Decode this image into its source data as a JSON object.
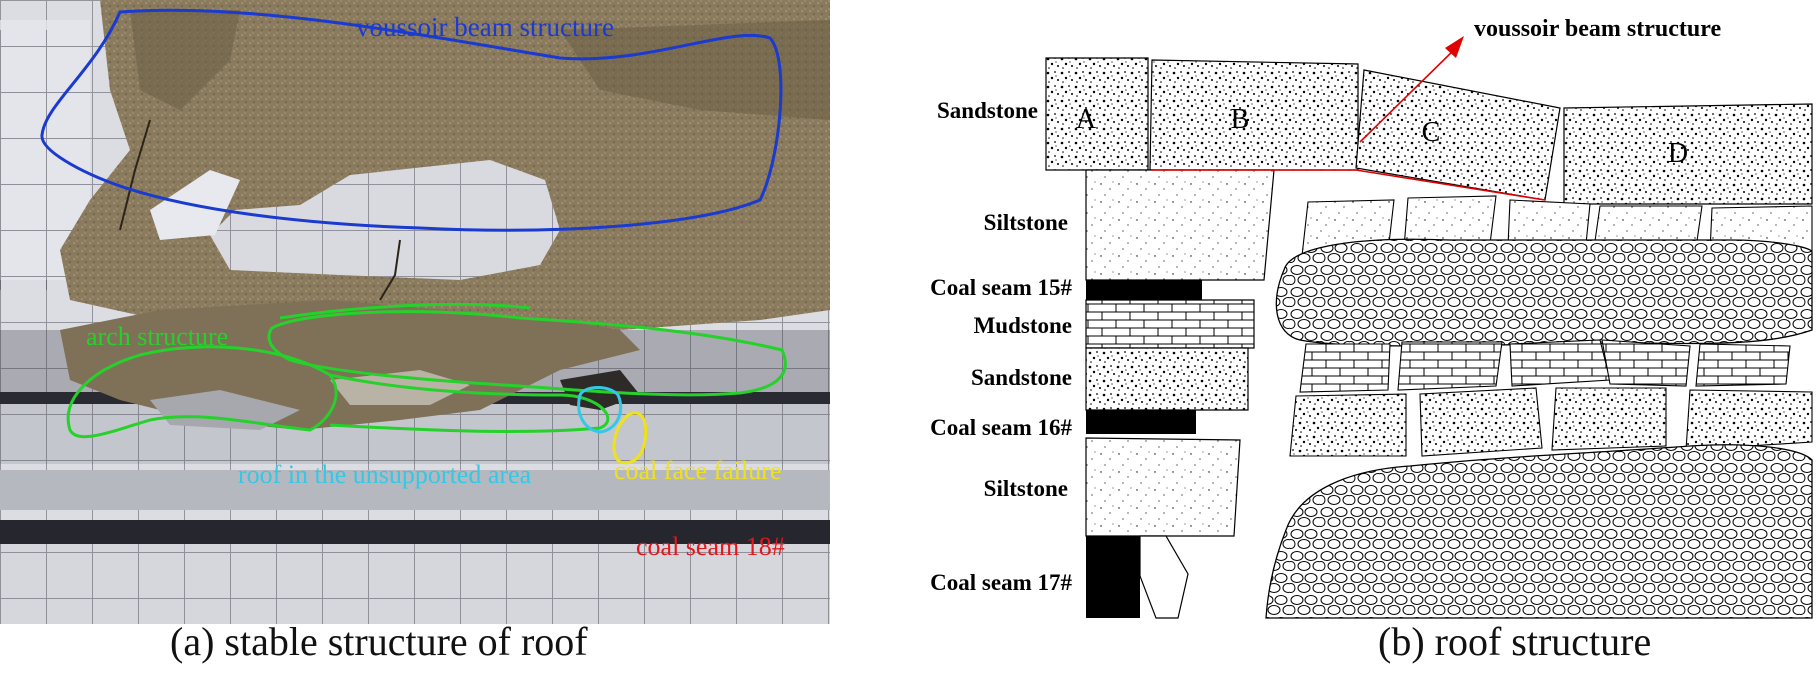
{
  "panel_a": {
    "caption": "(a) stable structure of roof",
    "labels": {
      "voussoir": "voussoir beam structure",
      "arch": "arch structure",
      "roof": "roof in the unsupported area",
      "coal_face": "coal face failure",
      "coal_seam": "coal seam 18#"
    },
    "colors": {
      "voussoir": "#1a3ad0",
      "arch": "#25d12a",
      "roof": "#32c8e6",
      "coal_face": "#f0e21a",
      "coal_seam": "#e6161c"
    }
  },
  "panel_b": {
    "caption": "(b) roof structure",
    "title": "voussoir beam structure",
    "blocks": [
      "A",
      "B",
      "C",
      "D"
    ],
    "strata": [
      "Sandstone",
      "Siltstone",
      "Coal seam 15#",
      "Mudstone",
      "Sandstone",
      "Coal seam 16#",
      "Siltstone",
      "Coal seam 17#"
    ],
    "arrow_color": "#e00000"
  }
}
